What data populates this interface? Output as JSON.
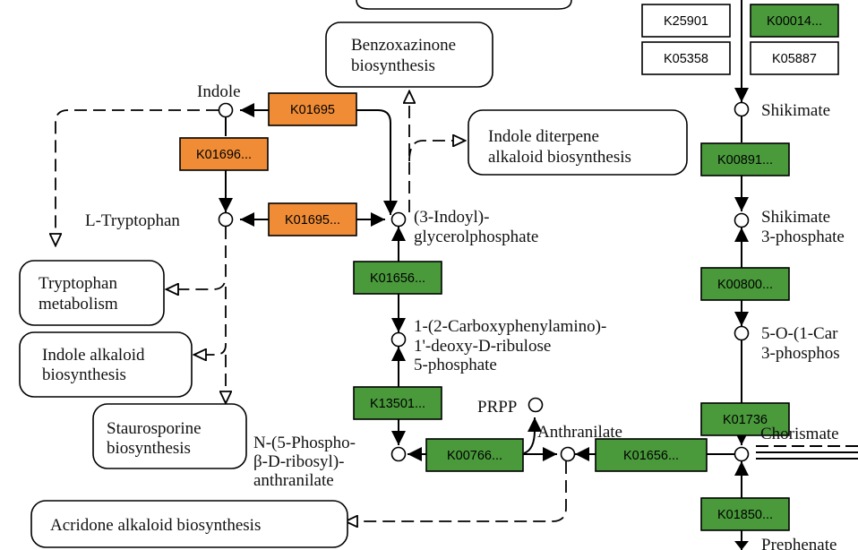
{
  "colors": {
    "orange": "#f08c36",
    "green": "#4a9a3c",
    "white": "#ffffff",
    "line": "#000000"
  },
  "enzymes": [
    {
      "id": "ko-k01695-top",
      "label": "K01695",
      "color": "orange"
    },
    {
      "id": "ko-k01696",
      "label": "K01696...",
      "color": "orange"
    },
    {
      "id": "ko-k01695-mid",
      "label": "K01695...",
      "color": "orange"
    },
    {
      "id": "ko-k01656-a",
      "label": "K01656...",
      "color": "green"
    },
    {
      "id": "ko-k13501",
      "label": "K13501...",
      "color": "green"
    },
    {
      "id": "ko-k00766",
      "label": "K00766...",
      "color": "green"
    },
    {
      "id": "ko-k01656-b",
      "label": "K01656...",
      "color": "green"
    },
    {
      "id": "ko-k25901",
      "label": "K25901",
      "color": "white"
    },
    {
      "id": "ko-k00014",
      "label": "K00014...",
      "color": "green"
    },
    {
      "id": "ko-k05358",
      "label": "K05358",
      "color": "white"
    },
    {
      "id": "ko-k05887",
      "label": "K05887",
      "color": "white"
    },
    {
      "id": "ko-k00891",
      "label": "K00891...",
      "color": "green"
    },
    {
      "id": "ko-k00800",
      "label": "K00800...",
      "color": "green"
    },
    {
      "id": "ko-k01736",
      "label": "K01736",
      "color": "green"
    },
    {
      "id": "ko-k01850",
      "label": "K01850...",
      "color": "green"
    }
  ],
  "compounds": {
    "indole": "Indole",
    "tryptophan": "L-Tryptophan",
    "igp": [
      "(3-Indoyl)-",
      "glycerolphosphate"
    ],
    "cdrp": [
      "1-(2-Carboxyphenylamino)-",
      "1'-deoxy-D-ribulose",
      "5-phosphate"
    ],
    "pra": [
      "N-(5-Phospho-",
      "β-D-ribosyl)-",
      "anthranilate"
    ],
    "prpp": "PRPP",
    "anthranilate": "Anthranilate",
    "chorismate": "Chorismate",
    "shikimate": "Shikimate",
    "s3p": [
      "Shikimate",
      "3-phosphate"
    ],
    "epsp": [
      "5-O-(1-Car",
      "3-phosphos"
    ],
    "prephenate": "Prephenate"
  },
  "maps": {
    "benzoxazinone": [
      "Benzoxazinone",
      "biosynthesis"
    ],
    "indole_diterpene": [
      "Indole diterpene",
      "alkaloid biosynthesis"
    ],
    "tryptophan_metabolism": [
      "Tryptophan",
      "metabolism"
    ],
    "indole_alkaloid": [
      "Indole alkaloid",
      "biosynthesis"
    ],
    "staurosporine": [
      "Staurosporine",
      "biosynthesis"
    ],
    "acridone": "Acridone alkaloid biosynthesis"
  }
}
